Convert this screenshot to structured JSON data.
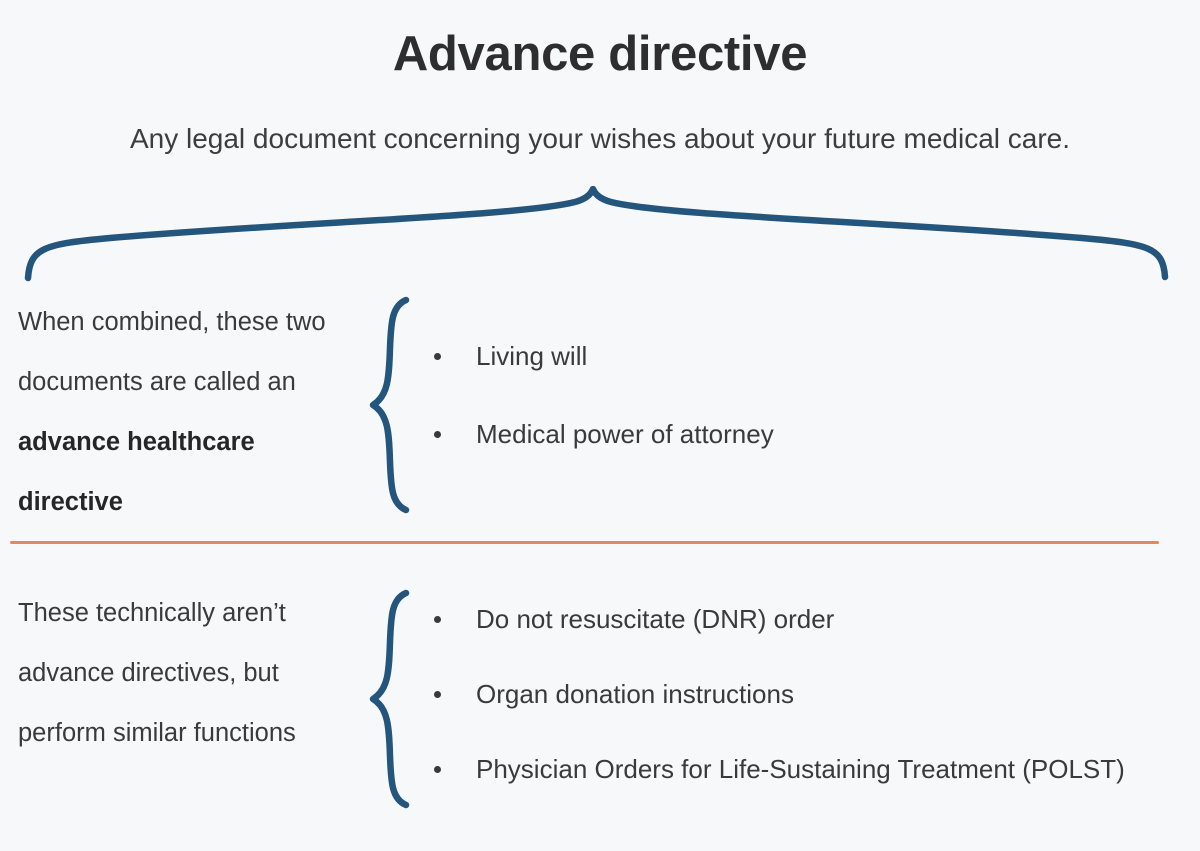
{
  "header": {
    "title": "Advance directive",
    "subtitle": "Any legal document concerning your wishes about your future medical care."
  },
  "colors": {
    "background": "#f7f8fa",
    "brace": "#23557d",
    "divider": "#e08a5d",
    "text": "#3a3a3c",
    "title": "#2e2e30"
  },
  "sections": [
    {
      "label_lead": "When combined, these two documents are called an ",
      "label_bold": "advance healthcare directive",
      "brace_icon": "curly-brace-icon",
      "items": [
        "Living will",
        "Medical power of attorney"
      ]
    },
    {
      "label_lead": "These technically aren’t advance directives, but perform similar functions",
      "label_bold": "",
      "brace_icon": "curly-brace-icon",
      "items": [
        "Do not resuscitate (DNR) order",
        "Organ donation instructions",
        "Physician Orders for Life-Sustaining Treatment (POLST)"
      ]
    }
  ],
  "divider": {
    "icon": "horizontal-rule-icon"
  },
  "top_brace": {
    "icon": "wide-curly-brace-icon"
  },
  "bottom_artifact": {
    "text": ""
  }
}
